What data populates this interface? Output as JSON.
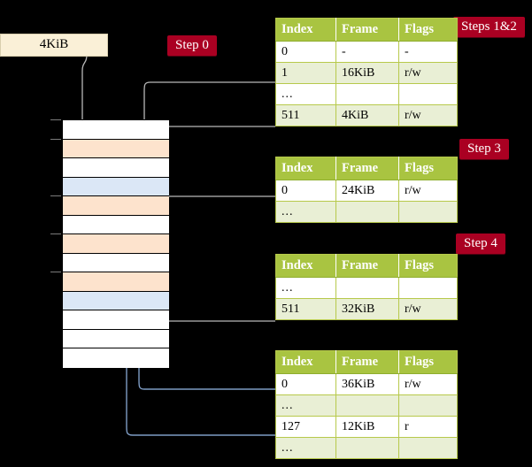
{
  "diagram": {
    "title_labels": {
      "source_box": "4KiB",
      "step0": "Step 0",
      "steps12": "Steps 1&2",
      "step3": "Step 3",
      "step4": "Step 4"
    },
    "colors": {
      "badge_bg": "#aa0022",
      "badge_text": "#ffffff",
      "table_header_bg": "#a9c441",
      "table_alt_row_bg": "#e9efd5",
      "table_border": "#b7c94b",
      "highlight_cell_bg": "#fbf8a0",
      "source_box_bg": "#faf0d7",
      "mem_orange": "#fde3cd",
      "mem_blue": "#dbe7f6",
      "mem_white": "#ffffff",
      "gray_wire": "#b3b3b3",
      "blue_wire": "#7e9cc4",
      "background": "#000000"
    },
    "columns": [
      "Index",
      "Frame",
      "Flags"
    ],
    "tables": [
      {
        "name": "pml4-table",
        "step_label": "Steps 1&2",
        "rows": [
          {
            "index": "0",
            "frame": "-",
            "flags": "-",
            "style": "plain",
            "highlight": false
          },
          {
            "index": "1",
            "frame": "16KiB",
            "flags": "r/w",
            "style": "alt",
            "highlight": false
          },
          {
            "index": "...",
            "frame": "",
            "flags": "",
            "style": "plain",
            "highlight": false
          },
          {
            "index": "511",
            "frame": "4KiB",
            "flags": "r/w",
            "style": "alt",
            "highlight": true
          }
        ]
      },
      {
        "name": "pdp-table",
        "step_label": "Step 3",
        "rows": [
          {
            "index": "0",
            "frame": "24KiB",
            "flags": "r/w",
            "style": "plain",
            "highlight": false
          },
          {
            "index": "...",
            "frame": "",
            "flags": "",
            "style": "alt",
            "highlight": false
          }
        ]
      },
      {
        "name": "pd-table",
        "step_label": "Step 4",
        "rows": [
          {
            "index": "...",
            "frame": "",
            "flags": "",
            "style": "plain",
            "highlight": false
          },
          {
            "index": "511",
            "frame": "32KiB",
            "flags": "r/w",
            "style": "alt",
            "highlight": false
          }
        ]
      },
      {
        "name": "pt-table",
        "step_label": "",
        "rows": [
          {
            "index": "0",
            "frame": "36KiB",
            "flags": "r/w",
            "style": "plain",
            "highlight": false
          },
          {
            "index": "...",
            "frame": "",
            "flags": "",
            "style": "alt",
            "highlight": false
          },
          {
            "index": "127",
            "frame": "12KiB",
            "flags": "r",
            "style": "plain",
            "highlight": false
          },
          {
            "index": "...",
            "frame": "",
            "flags": "",
            "style": "alt",
            "highlight": false
          }
        ]
      }
    ],
    "memory_column": {
      "name": "physical-memory-frames",
      "frame_count": 13,
      "frames": [
        {
          "slot": 0,
          "fill": "white",
          "tick": true
        },
        {
          "slot": 1,
          "fill": "orange",
          "tick": true
        },
        {
          "slot": 2,
          "fill": "white",
          "tick": false
        },
        {
          "slot": 3,
          "fill": "blue",
          "tick": false
        },
        {
          "slot": 4,
          "fill": "orange",
          "tick": true
        },
        {
          "slot": 5,
          "fill": "white",
          "tick": false
        },
        {
          "slot": 6,
          "fill": "orange",
          "tick": true
        },
        {
          "slot": 7,
          "fill": "white",
          "tick": false
        },
        {
          "slot": 8,
          "fill": "orange",
          "tick": true
        },
        {
          "slot": 9,
          "fill": "blue",
          "tick": false
        },
        {
          "slot": 10,
          "fill": "white",
          "tick": false
        },
        {
          "slot": 11,
          "fill": "white",
          "tick": false
        },
        {
          "slot": 12,
          "fill": "white",
          "tick": false
        }
      ]
    }
  }
}
